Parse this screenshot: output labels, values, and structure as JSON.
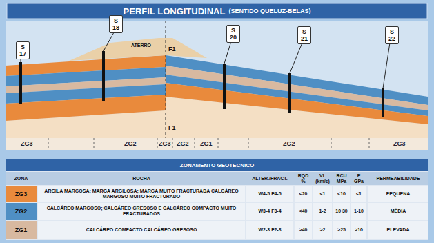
{
  "diagram": {
    "title": "PERFIL LONGITUDINAL",
    "nodes": [
      {
        "text": [
          "S 17"
        ]
      },
      {
        "text": [
          "S 18"
        ]
      },
      {
        "text": [
          "S 20"
        ]
      },
      {
        "text": [
          "S 21"
        ]
      },
      {
        "text": [
          "S 22"
        ]
      }
    ],
    "labels": [
      "(SENTIDO QUELUZ-BELAS)",
      "ATERRO",
      "F1",
      "F1",
      "ZG3",
      "ZG2",
      "ZG3",
      "ZG2",
      "ZG1",
      "ZG2",
      "ZG3",
      "ZONAMENTO GEOTECNICO",
      "ZONA",
      "ROCHA",
      "ALTER./FRACT.",
      "RQD %",
      "VL (km/s)",
      "RCU MPa",
      "E GPa",
      "PERMEABILIDADE",
      "ARGILA MARGOSA; MARGA ARGILOSA; MARGA MUITO FRACTURADA CALCÁREO MARGOSO MUITO FRACTURADO",
      "W4-5 F4-5",
      "<20",
      "<1",
      "<10",
      "<1",
      "PEQUENA",
      "CALCÁREO MARGOSO; CALCÁREO GRESOSO E CALCÁREO COMPACTO MUITO FRACTURADOS",
      "W3-4 F3-4",
      "<40",
      "1-2",
      "10 30",
      "1-10",
      "MÉDIA",
      "CALCÁREO COMPACTO CALCÁREO GRESOSO",
      "W2-3 F2-3",
      ">40",
      ">2",
      ">25",
      ">10",
      "ELEVADA"
    ],
    "legend": [
      {
        "text": "ZG3",
        "color": "#e98a3c"
      },
      {
        "text": "ZG2",
        "color": "#4f8fc4"
      },
      {
        "text": "ZG1",
        "color": "#d8b9a0"
      }
    ]
  }
}
